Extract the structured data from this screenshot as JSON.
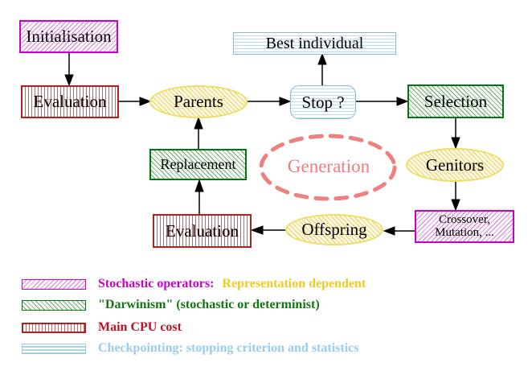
{
  "diagram": {
    "title_hint": "Evolutionary algorithm generation loop",
    "nodes": {
      "initialisation": {
        "label": "Initialisation",
        "style": "magenta-diagonal-hatch"
      },
      "evaluation_top": {
        "label": "Evaluation",
        "style": "red-vertical-stripes"
      },
      "parents": {
        "label": "Parents",
        "style": "yellow-diagonal-hatch-ellipse"
      },
      "best_individual": {
        "label": "Best individual",
        "style": "cyan-horizontal-stripes"
      },
      "stop": {
        "label": "Stop ?",
        "style": "cyan-horizontal-stripes-rounded"
      },
      "selection": {
        "label": "Selection",
        "style": "green-diagonal-hatch"
      },
      "genitors": {
        "label": "Genitors",
        "style": "yellow-diagonal-hatch-ellipse"
      },
      "crossover_mutation": {
        "label_line1": "Crossover,",
        "label_line2": "Mutation, ...",
        "style": "magenta-diagonal-hatch"
      },
      "offspring": {
        "label": "Offspring",
        "style": "yellow-diagonal-hatch-ellipse"
      },
      "evaluation_bottom": {
        "label": "Evaluation",
        "style": "red-vertical-stripes"
      },
      "replacement": {
        "label": "Replacement",
        "style": "green-diagonal-hatch"
      },
      "generation": {
        "label": "Generation",
        "style": "salmon-dashed-ellipse"
      }
    },
    "arrows": [
      "initialisation->evaluation_top",
      "evaluation_top->parents",
      "parents->stop",
      "stop->best_individual",
      "stop->selection",
      "selection->genitors",
      "genitors->crossover_mutation",
      "crossover_mutation->offspring",
      "offspring->evaluation_bottom",
      "evaluation_bottom->replacement",
      "replacement->parents"
    ],
    "colors": {
      "magenta": "#cc00cc",
      "green": "#007711",
      "red": "#aa2222",
      "cyan": "#99ccdd",
      "yellow": "#eedd66",
      "salmon": "#ee8080",
      "arrow": "#000000"
    }
  },
  "legend": {
    "items": [
      {
        "swatch": "magenta-diagonal-hatch",
        "label": "Stochastic operators:",
        "label2": "Representation dependent",
        "label_color": "#cc00cc",
        "label2_color": "#eecc22"
      },
      {
        "swatch": "green-diagonal-hatch",
        "label": "\"Darwinism\" (stochastic or determinist)",
        "label_color": "#117711"
      },
      {
        "swatch": "red-vertical-stripes",
        "label": "Main CPU cost",
        "label_color": "#bb1122"
      },
      {
        "swatch": "cyan-horizontal-stripes",
        "label": "Checkpointing: stopping criterion and statistics",
        "label_color": "#99ccee"
      }
    ]
  }
}
